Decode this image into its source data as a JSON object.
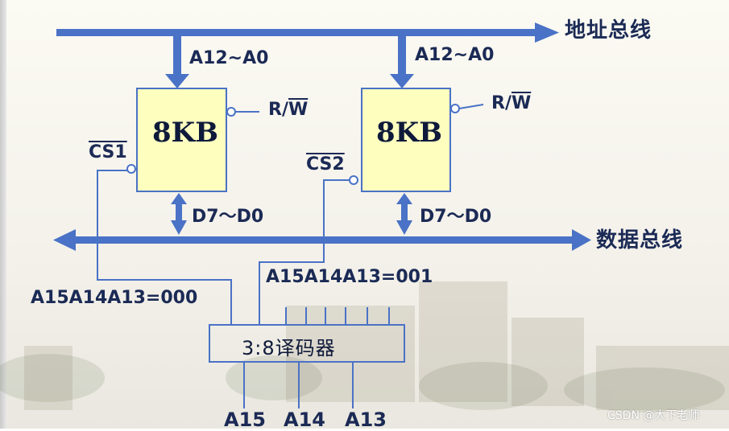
{
  "colors": {
    "bus": "#4a72c6",
    "line": "#4a72c6",
    "chip_fill": "#fefebf",
    "text": "#1b2a55"
  },
  "buses": {
    "address_label": "地址总线",
    "data_label": "数据总线"
  },
  "chips": [
    {
      "name": "8KB",
      "address_label": "A12~A0",
      "rw_label_prefix": "R/",
      "rw_label_bar": "W",
      "cs_label": "CS1",
      "data_label": "D7～D0",
      "condition": "A15A14A13=000"
    },
    {
      "name": "8KB",
      "address_label": "A12~A0",
      "rw_label_prefix": "R/",
      "rw_label_bar": "W",
      "cs_label": "CS2",
      "data_label": "D7～D0",
      "condition": "A15A14A13=001"
    }
  ],
  "decoder": {
    "label": "3:8译码器",
    "inputs": [
      "A15",
      "A14",
      "A13"
    ]
  },
  "watermark": "CSDN @大下老师"
}
